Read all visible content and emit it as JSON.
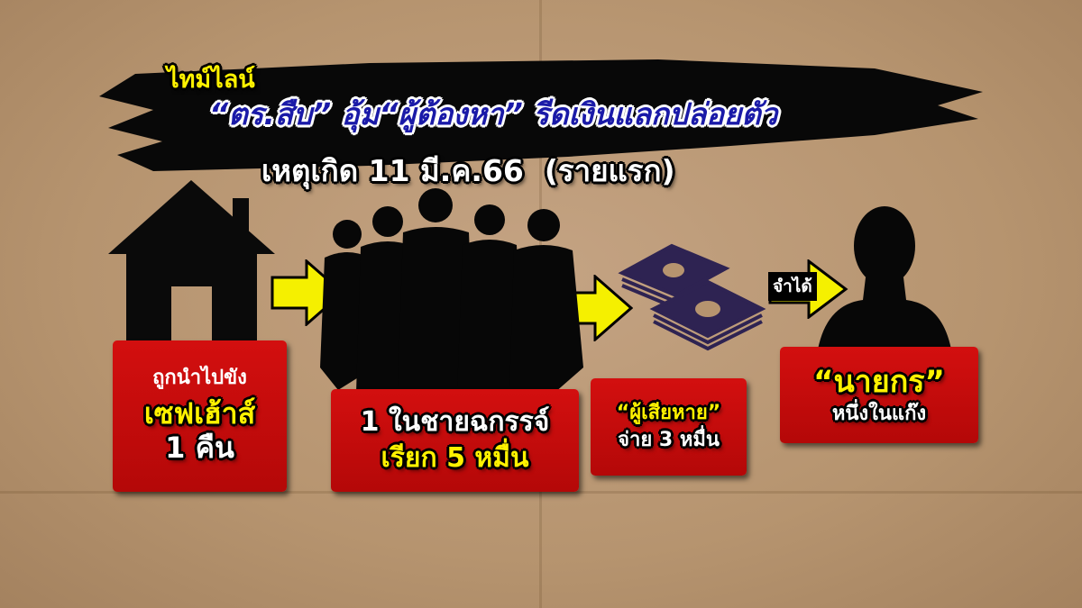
{
  "header": {
    "kicker": "ไทม์ไลน์",
    "title": "“ตร.สืบ” อุ้ม“ผู้ต้องหา” รีดเงินแลกปล่อยตัว",
    "subtitle": "เหตุเกิด 11 มี.ค.66  (รายแรก)"
  },
  "steps": [
    {
      "icon": "house-icon",
      "lines": [
        "ถูกนำไปขัง",
        "เซฟเฮ้าส์",
        "1 คืน"
      ]
    },
    {
      "icon": "group-silhouette-icon",
      "lines": [
        "1 ในชายฉกรรจ์",
        "เรียก 5 หมื่น"
      ]
    },
    {
      "icon": "money-stack-icon",
      "lines": [
        "“ผู้เสียหาย”",
        "จ่าย 3 หมื่น"
      ]
    },
    {
      "icon": "person-silhouette-icon",
      "lines": [
        "“นายกร”",
        "หนึ่งในแก๊ง"
      ]
    }
  ],
  "arrow_label": "จำได้",
  "colors": {
    "box": "#c80c0c",
    "highlight": "#fff200",
    "title_blue": "#1a1aa8",
    "arrow": "#f5f000",
    "money": "#2e2352"
  }
}
